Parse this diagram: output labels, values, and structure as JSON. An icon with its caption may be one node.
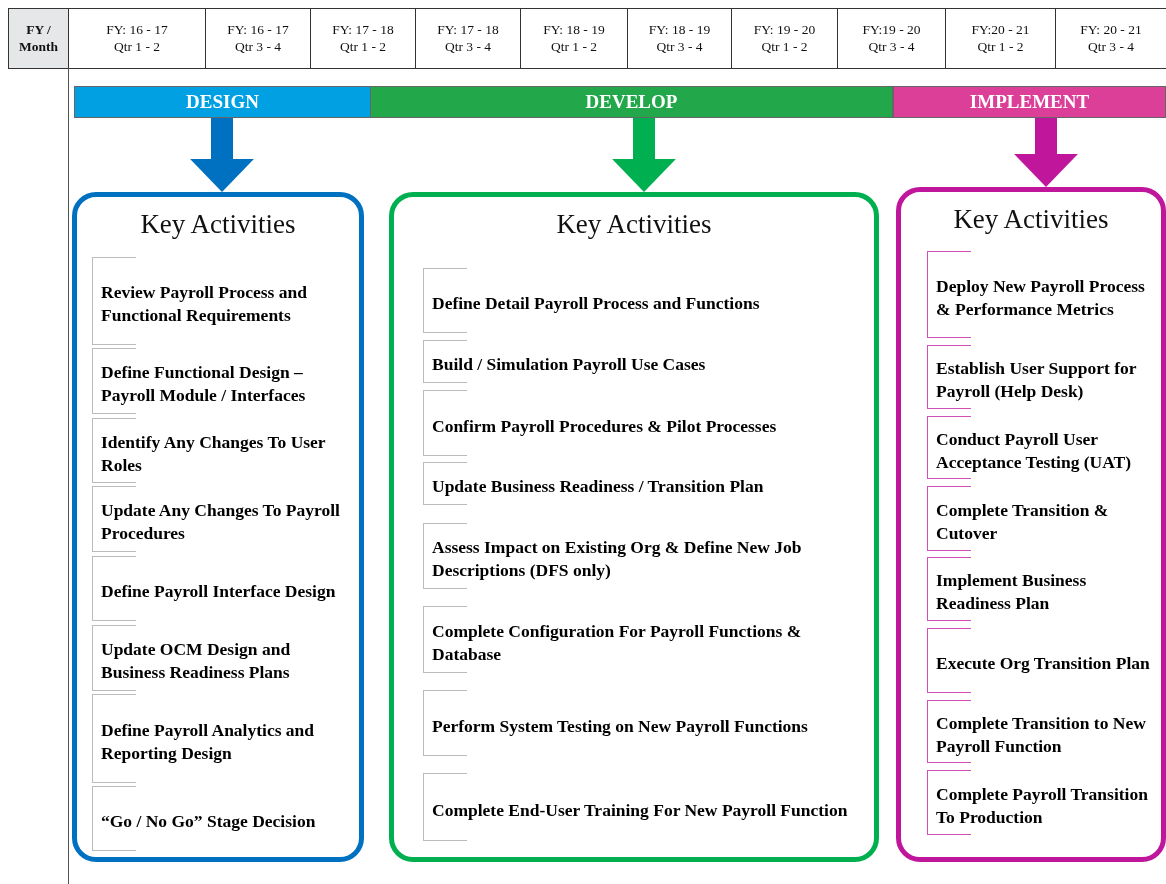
{
  "diagram": {
    "nodes": [
      {
        "text": [
          "DESIGN"
        ]
      },
      {
        "text": [
          "DEVELOP"
        ]
      },
      {
        "text": [
          "IMPLEMENT"
        ]
      },
      {
        "text": [
          "Key Activities"
        ]
      },
      {
        "text": [
          "Review Payroll Process and Functional Requirements"
        ],
        "in": 3
      },
      {
        "text": [
          "Define Functional Design – Payroll Module / Interfaces"
        ],
        "in": 3
      },
      {
        "text": [
          "Identify Any Changes To User Roles"
        ],
        "in": 3
      },
      {
        "text": [
          "Update Any Changes To Payroll Procedures"
        ],
        "in": 3
      },
      {
        "text": [
          "Define Payroll Interface Design"
        ],
        "in": 3
      },
      {
        "text": [
          "Update OCM Design and Business Readiness Plans"
        ],
        "in": 3
      },
      {
        "text": [
          "Define Payroll Analytics and Reporting Design"
        ],
        "in": 3
      },
      {
        "text": [
          "“Go / No Go” Stage Decision"
        ],
        "in": 3
      },
      {
        "text": [
          "Key Activities"
        ]
      },
      {
        "text": [
          "Define Detail Payroll Process and Functions"
        ],
        "in": 12
      },
      {
        "text": [
          "Build / Simulation Payroll Use Cases"
        ],
        "in": 12
      },
      {
        "text": [
          "Confirm Payroll Procedures & Pilot Processes"
        ],
        "in": 12
      },
      {
        "text": [
          "Update Business Readiness / Transition  Plan"
        ],
        "in": 12
      },
      {
        "text": [
          "Assess Impact on Existing Org & Define New Job Descriptions  (DFS only)"
        ],
        "in": 12
      },
      {
        "text": [
          "Complete Configuration For Payroll Functions & Database"
        ],
        "in": 12
      },
      {
        "text": [
          "Perform System Testing on New Payroll Functions"
        ],
        "in": 12
      },
      {
        "text": [
          "Complete End-User Training For New Payroll Function"
        ],
        "in": 12
      },
      {
        "text": [
          "Key Activities"
        ]
      },
      {
        "text": [
          "Deploy New Payroll Process & Performance Metrics"
        ],
        "in": 21
      },
      {
        "text": [
          "Establish User Support for Payroll (Help Desk)"
        ],
        "in": 21
      },
      {
        "text": [
          "Conduct Payroll User Acceptance Testing (UAT)"
        ],
        "in": 21
      },
      {
        "text": [
          "Complete Transition & Cutover"
        ],
        "in": 21
      },
      {
        "text": [
          "Implement Business Readiness Plan"
        ],
        "in": 21
      },
      {
        "text": [
          "Execute Org Transition Plan"
        ],
        "in": 21
      },
      {
        "text": [
          "Complete Transition to New Payroll Function"
        ],
        "in": 21
      },
      {
        "text": [
          "Complete Payroll Transition To Production"
        ],
        "in": 21
      }
    ],
    "edges": [
      {
        "from": 0,
        "to": 3,
        "arrow": "to",
        "color": "#0070c0"
      },
      {
        "from": 1,
        "to": 12,
        "arrow": "to",
        "color": "#00b050"
      },
      {
        "from": 2,
        "to": 21,
        "arrow": "to",
        "color": "#c0169c"
      }
    ],
    "labels": [
      "FY / Month",
      "FY: 16 - 17 Qtr 1 - 2",
      "FY: 16 - 17 Qtr 3 - 4",
      "FY: 17 - 18 Qtr 1 - 2",
      "FY: 17 - 18 Qtr 3 - 4",
      "FY: 18 - 19 Qtr 1 - 2",
      "FY: 18 - 19 Qtr 3 - 4",
      "FY: 19 - 20 Qtr 1 - 2",
      "FY:19 - 20 Qtr 3 - 4",
      "FY:20 - 21 Qtr 1 - 2",
      "FY: 20 - 21 Qtr 3 - 4"
    ]
  }
}
